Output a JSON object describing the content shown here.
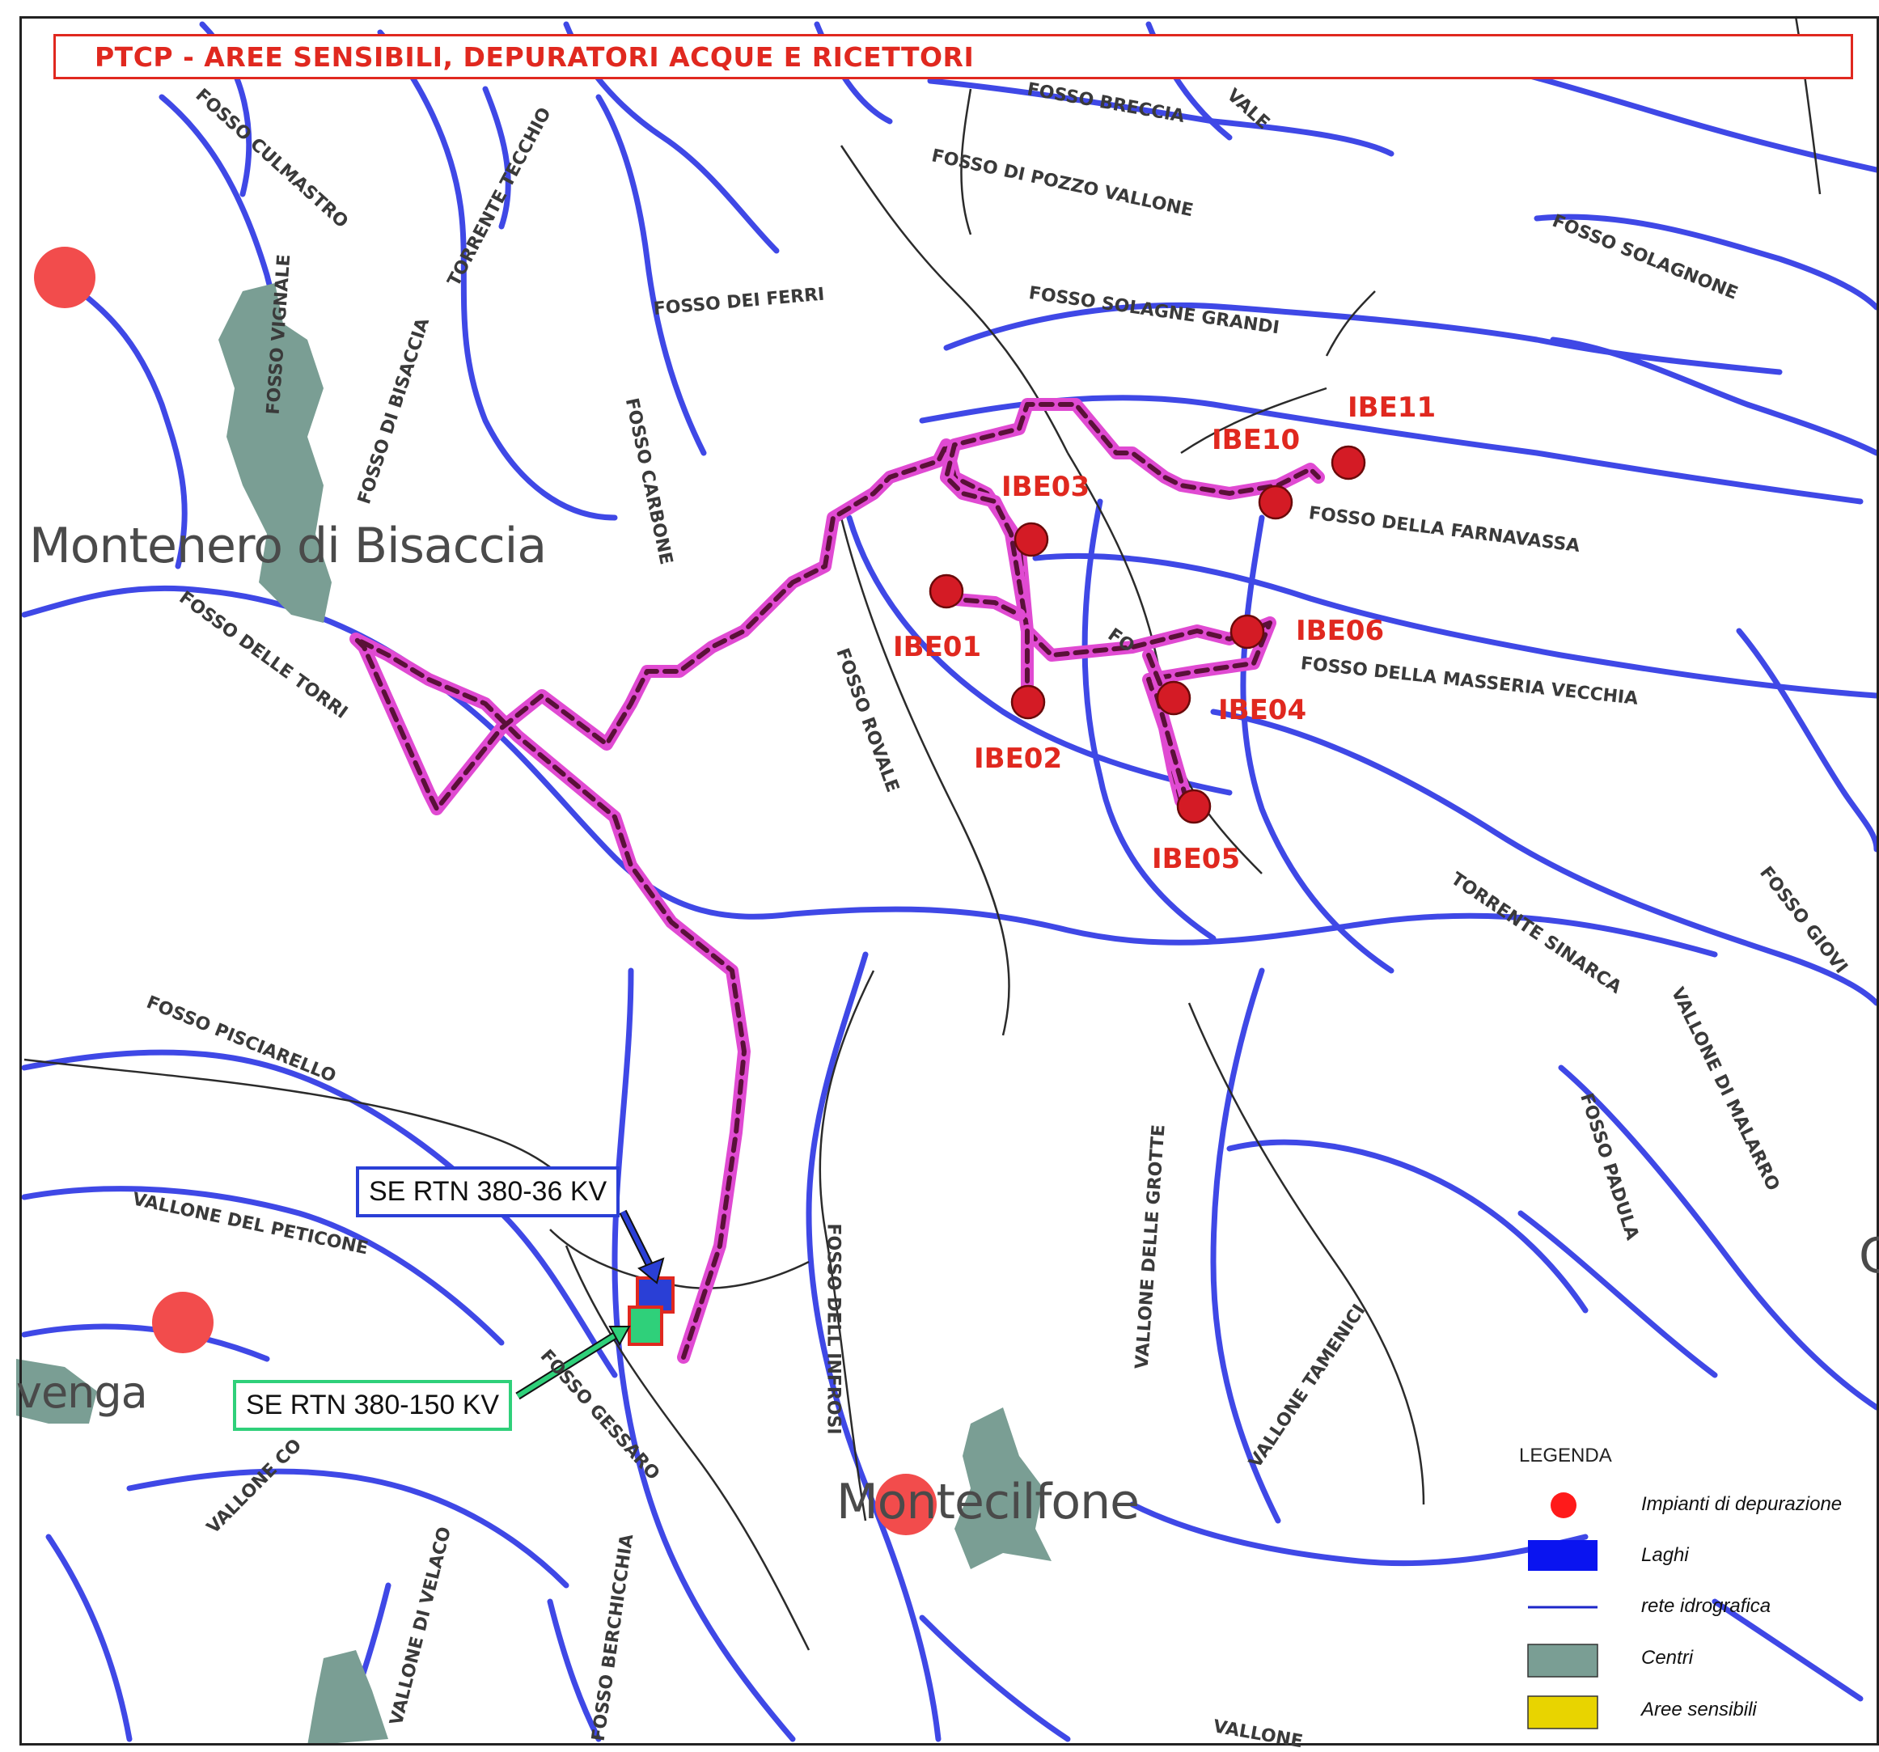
{
  "title": "PTCP - AREE SENSIBILI, DEPURATORI ACQUE E RICETTORI",
  "colors": {
    "river": "#3f48e6",
    "road": "#2b2b2b",
    "centri": "#7a9e94",
    "route": "#e04ad2",
    "route_dash": "#5a1038",
    "plant": "#f24c4c",
    "receptor": "#d41b25",
    "title": "#e0281f",
    "substation_36": "#2a3fd6",
    "substation_150": "#2fd07a",
    "aree_sensibili": "#e8d400"
  },
  "towns": {
    "montenero": "Montenero di Bisaccia",
    "montecilfone": "Montecilfone",
    "left_partial": "venga",
    "right_partial": "C"
  },
  "streams": {
    "colmastro": "FOSSO CULMASTRO",
    "tecchio": "TORRENTE TECCHIO",
    "breccia": "FOSSO BRECCIA",
    "vale": "VALE",
    "pozzo_vallone": "FOSSO DI POZZO VALLONE",
    "solagnone": "FOSSO SOLAGNONE",
    "solagne_grandi": "FOSSO SOLAGNE GRANDI",
    "ferri": "FOSSO DEI FERRI",
    "carbone": "FOSSO CARBONE",
    "vignale": "FOSSO VIGNALE",
    "bisaccia": "FOSSO DI BISACCIA",
    "torri": "FOSSO DELLE TORRI",
    "farnavassa": "FOSSO DELLA FARNAVASSA",
    "masseria_vecchia": "FOSSO DELLA MASSERIA VECCHIA",
    "rovale": "FOSSO ROVALE",
    "fo": "FO",
    "pisciarello": "FOSSO PISCIARELLO",
    "peticone": "VALLONE DEL PETICONE",
    "gessaro": "FOSSO GESSARO",
    "infrosi": "FOSSO DELL INFROSI",
    "grotte": "VALLONE DELLE GROTTE",
    "tamenici": "VALLONE TAMENICI",
    "sinarca": "TORRENTE SINARCA",
    "giovi": "FOSSO GIOVI",
    "malarro": "VALLONE DI MALARRO",
    "padula": "FOSSO PADULA",
    "vallone_co": "VALLONE CO",
    "velaco": "VALLONE DI VELACO",
    "berchicchia": "FOSSO BERCHICCHIA",
    "vallone_bottom": "VALLONE"
  },
  "receptors": [
    {
      "id": "IBE01",
      "label": "IBE01"
    },
    {
      "id": "IBE02",
      "label": "IBE02"
    },
    {
      "id": "IBE03",
      "label": "IBE03"
    },
    {
      "id": "IBE04",
      "label": "IBE04"
    },
    {
      "id": "IBE05",
      "label": "IBE05"
    },
    {
      "id": "IBE06",
      "label": "IBE06"
    },
    {
      "id": "IBE10",
      "label": "IBE10"
    },
    {
      "id": "IBE11",
      "label": "IBE11"
    }
  ],
  "substations": {
    "se_36": "SE RTN 380-36 KV",
    "se_150": "SE RTN 380-150 KV"
  },
  "legend": {
    "title": "LEGENDA",
    "items": [
      {
        "key": "plant",
        "label": "Impianti di depurazione"
      },
      {
        "key": "lake",
        "label": "Laghi"
      },
      {
        "key": "river",
        "label": "rete idrografica"
      },
      {
        "key": "centri",
        "label": "Centri"
      },
      {
        "key": "aree",
        "label": "Aree sensibili"
      }
    ]
  }
}
